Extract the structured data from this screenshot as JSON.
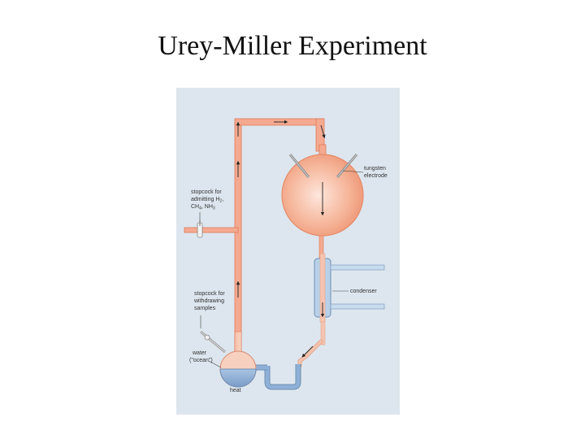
{
  "title": "Urey-Miller Experiment",
  "diagram": {
    "labels": {
      "stopcock_admit_1": "stopcock for",
      "stopcock_admit_2": "admitting H",
      "stopcock_admit_3": "CH",
      "stopcock_admit_4": ", NH",
      "sub_2": "2",
      "sub_4": "4",
      "sub_3": "3",
      "comma": ",",
      "tungsten_1": "tungsten",
      "tungsten_2": "electrode",
      "condenser": "condenser",
      "stopcock_withdraw_1": "stopcock for",
      "stopcock_withdraw_2": "withdrawing",
      "stopcock_withdraw_3": "samples",
      "water_1": "water",
      "water_2": "(\"ocean\")",
      "heat": "heat"
    },
    "colors": {
      "panel_background": "#dde6ee",
      "tube_fill": "#f4aa90",
      "tube_edge": "#e07858",
      "water": "#8fb0d6",
      "condenser_jacket": "#b8d0e8",
      "arrow": "#222222"
    }
  }
}
